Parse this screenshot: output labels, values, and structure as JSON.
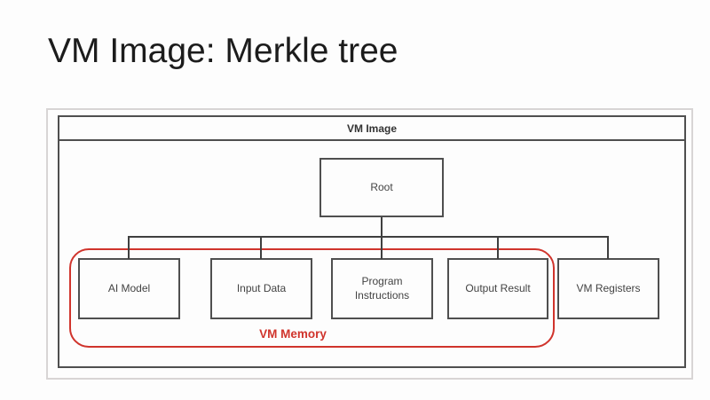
{
  "slide": {
    "title": "VM Image: Merkle tree"
  },
  "diagram": {
    "frame_label": "VM Image",
    "root_label": "Root",
    "leaf_nodes": [
      "AI Model",
      "Input Data",
      "Program Instructions",
      "Output Result",
      "VM Registers"
    ],
    "memory_group_label": "VM Memory",
    "colors": {
      "memory_accent": "#d0342c",
      "node_border": "#4f4f4f",
      "frame_border": "#d8d5d5",
      "title_text": "#1c1c1c"
    }
  }
}
